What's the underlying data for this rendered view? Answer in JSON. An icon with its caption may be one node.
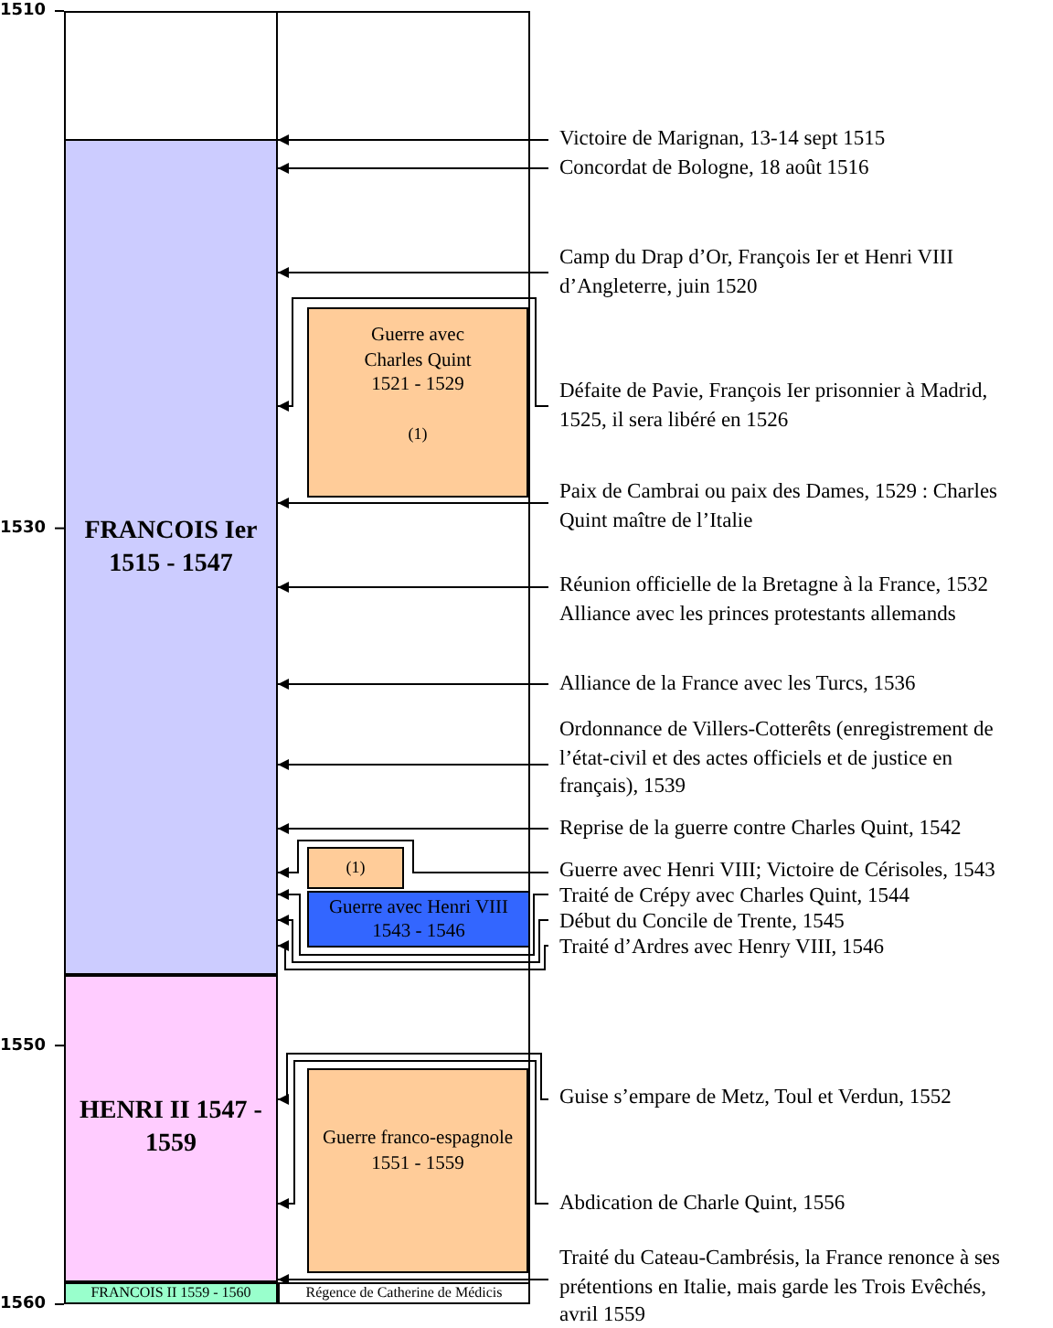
{
  "diagram": {
    "nodes": [
      {
        "text": [
          "FRANCOIS Ier 1515 - 1547"
        ]
      },
      {
        "text": [
          "HENRI II 1547 - 1559"
        ]
      },
      {
        "text": [
          "FRANCOIS II 1559 - 1560"
        ]
      },
      {
        "text": [
          "Régence de Catherine de Médicis"
        ]
      },
      {
        "text": [
          "Guerre avec Charles Quint 1521 - 1529",
          "(1)"
        ]
      },
      {
        "text": [
          "(1)"
        ]
      },
      {
        "text": [
          "Guerre avec Henri VIII 1543 - 1546"
        ]
      },
      {
        "text": [
          "Guerre franco-espagnole 1551 - 1559"
        ]
      },
      {
        "text": [
          "Victoire de Marignan, 13-14 sept 1515"
        ]
      },
      {
        "text": [
          "Concordat de Bologne, 18 août 1516"
        ]
      },
      {
        "text": [
          "Camp du Drap d’Or, François Ier et Henri VIII d’Angleterre, juin 1520"
        ]
      },
      {
        "text": [
          "Défaite de Pavie, François Ier prisonnier à Madrid, 1525, il sera libéré en 1526"
        ]
      },
      {
        "text": [
          "Paix de Cambrai ou paix des Dames, 1529 : Charles Quint maître de l’Italie"
        ]
      },
      {
        "text": [
          "Réunion officielle de la Bretagne à la France, 1532",
          "Alliance avec les princes protestants allemands"
        ]
      },
      {
        "text": [
          "Alliance de la France avec les Turcs, 1536"
        ]
      },
      {
        "text": [
          "Ordonnance de Villers-Cotterêts (enregistrement de l’état-civil et des actes officiels et de justice en français), 1539"
        ]
      },
      {
        "text": [
          "Reprise de la guerre contre Charles Quint, 1542"
        ]
      },
      {
        "text": [
          "Guerre avec Henri VIII; Victoire de Cérisoles, 1543"
        ]
      },
      {
        "text": [
          "Traité de Crépy avec Charles Quint, 1544"
        ]
      },
      {
        "text": [
          "Début du Concile de Trente, 1545"
        ]
      },
      {
        "text": [
          "Traité d’Ardres avec Henry VIII, 1546"
        ]
      },
      {
        "text": [
          "Guise s’empare de Metz, Toul et Verdun, 1552"
        ]
      },
      {
        "text": [
          "Abdication de Charle Quint, 1556"
        ]
      },
      {
        "text": [
          "Traité du Cateau-Cambrésis, la France renonce à ses prétentions en Italie, mais garde les Trois Evêchés, avril 1559"
        ]
      }
    ],
    "edges": [
      {
        "from": 8,
        "to": 0,
        "arrow": "to"
      },
      {
        "from": 9,
        "to": 0,
        "arrow": "to"
      },
      {
        "from": 10,
        "to": 0,
        "arrow": "to"
      },
      {
        "from": 11,
        "to": 0,
        "arrow": "to"
      },
      {
        "from": 12,
        "to": 0,
        "arrow": "to"
      },
      {
        "from": 13,
        "to": 0,
        "arrow": "to"
      },
      {
        "from": 14,
        "to": 0,
        "arrow": "to"
      },
      {
        "from": 15,
        "to": 0,
        "arrow": "to"
      },
      {
        "from": 16,
        "to": 0,
        "arrow": "to"
      },
      {
        "from": 17,
        "to": 0,
        "arrow": "to"
      },
      {
        "from": 18,
        "to": 0,
        "arrow": "to"
      },
      {
        "from": 19,
        "to": 0,
        "arrow": "to"
      },
      {
        "from": 20,
        "to": 0,
        "arrow": "to"
      },
      {
        "from": 21,
        "to": 1,
        "arrow": "to"
      },
      {
        "from": 22,
        "to": 1,
        "arrow": "to"
      },
      {
        "from": 23,
        "to": 1,
        "arrow": "to"
      }
    ],
    "labels": [
      "1510",
      "1530",
      "1550",
      "1560"
    ]
  }
}
